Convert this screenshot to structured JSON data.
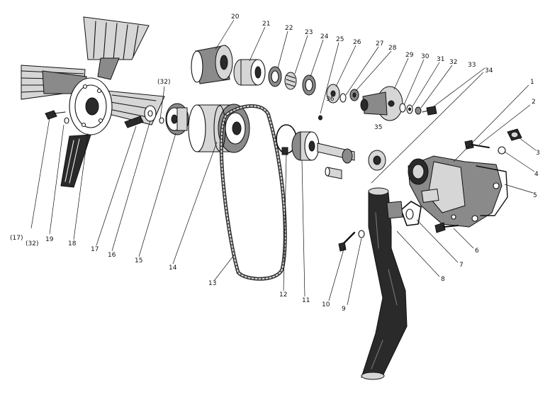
{
  "labels": {
    "n1": "1",
    "n2": "2",
    "n3": "3",
    "n4": "4",
    "n5": "5",
    "n6": "6",
    "n7": "7",
    "n8": "8",
    "n9": "9",
    "n10": "10",
    "n11": "11",
    "n12": "12",
    "n13": "13",
    "n14": "14",
    "n15": "15",
    "n16": "16",
    "n17": "17",
    "n18": "18",
    "n19": "19",
    "n20": "20",
    "n21": "21",
    "n22": "22",
    "n23": "23",
    "n24": "24",
    "n25": "25",
    "n26": "26",
    "n27": "27",
    "n28": "28",
    "n29": "29",
    "n30": "30",
    "n31": "31",
    "n32": "32",
    "n33": "33",
    "n34": "34",
    "n35": "35",
    "n36": "36",
    "n32b": "(32)",
    "n17b": "(17)",
    "n32c": "(32)"
  },
  "colors": {
    "ink": "#111111",
    "background": "#ffffff"
  }
}
